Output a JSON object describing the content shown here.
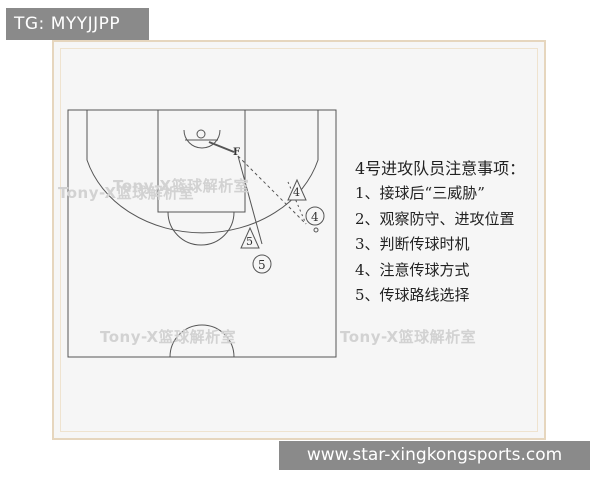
{
  "top_tag": "TG: MYYJJPP",
  "bottom_url": "www.star-xingkongsports.com",
  "diagram": {
    "players": {
      "coach_mark": "F",
      "p4_triangle": "4",
      "p4_circle": "4",
      "p5_triangle": "5",
      "p5_circle": "5"
    },
    "watermark_text": "Tony-X篮球解析室",
    "notes": {
      "title": "4号进攻队员注意事项：",
      "items": [
        "1、接球后“三威胁”",
        "2、观察防守、进攻位置",
        "3、判断传球时机",
        "4、注意传球方式",
        "5、传球路线选择"
      ]
    }
  }
}
